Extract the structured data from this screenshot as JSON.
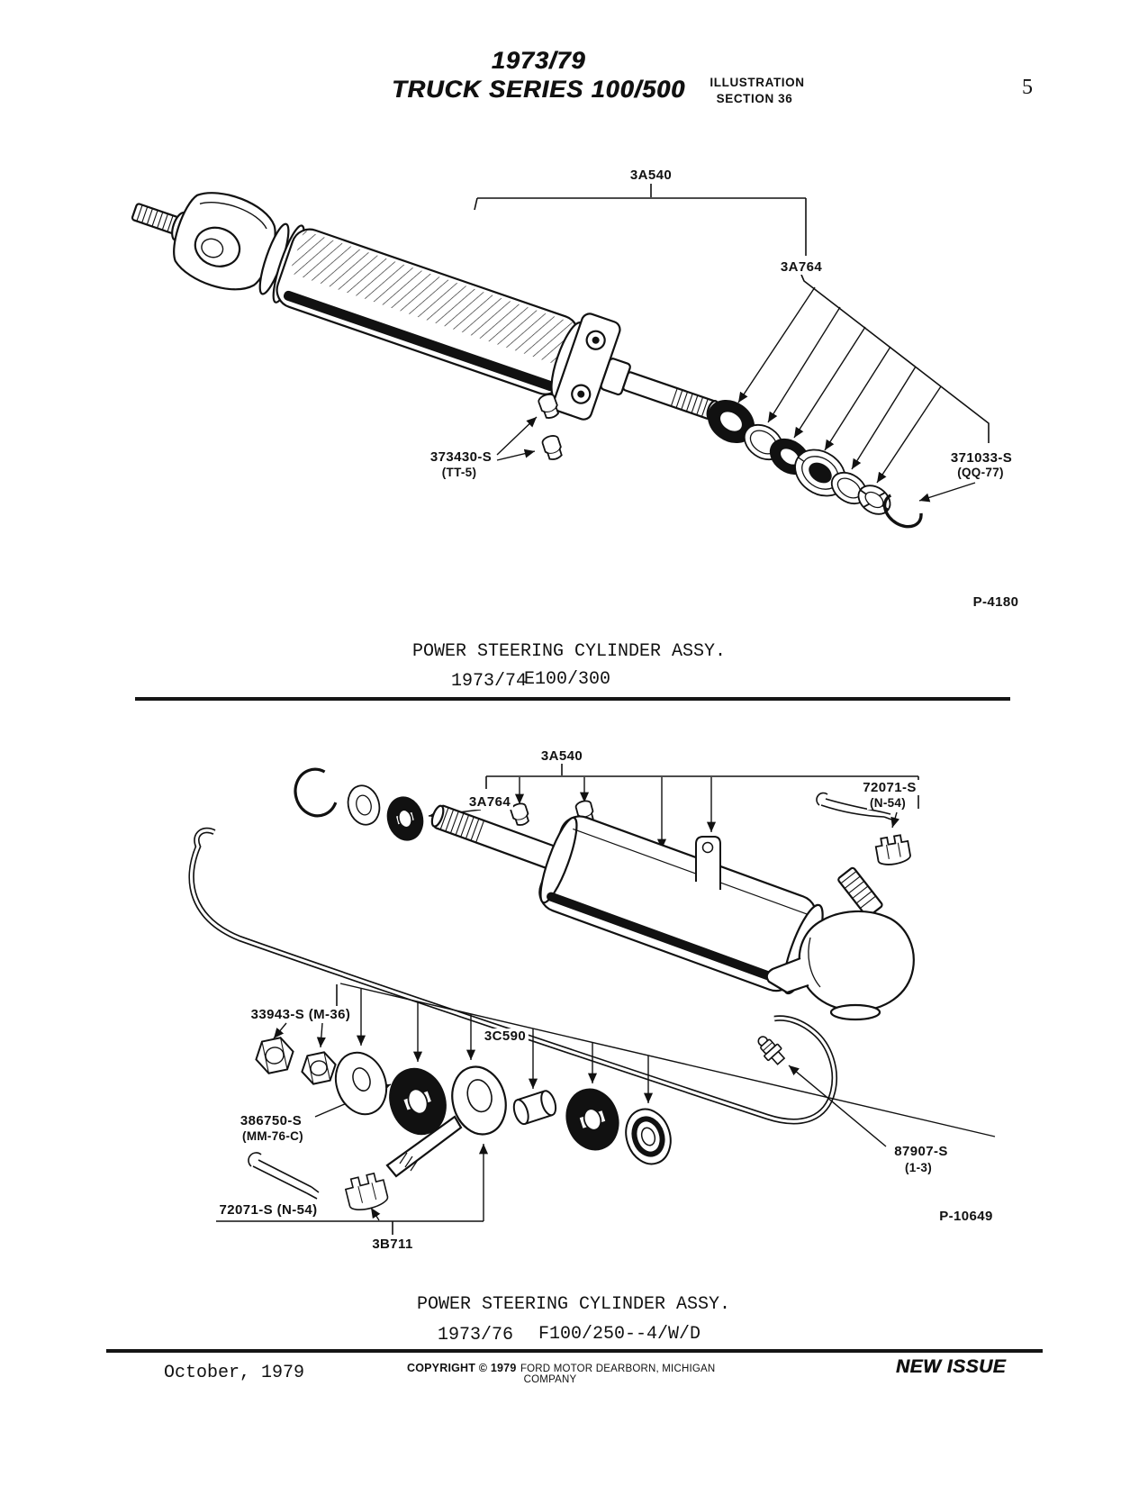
{
  "header": {
    "title_line1": "1973/79",
    "title_line2": "TRUCK SERIES 100/500",
    "illustration_line1": "ILLUSTRATION",
    "illustration_line2": "SECTION 36",
    "page_number": "5"
  },
  "diagram_top": {
    "label_assembly": "3A540",
    "label_seal_kit": "3A764",
    "label_plug": "373430-S",
    "label_plug_ref": "(TT-5)",
    "label_snap_ring": "371033-S",
    "label_snap_ring_ref": "(QQ-77)",
    "figure_number": "P-4180",
    "caption_title": "POWER STEERING CYLINDER ASSY.",
    "caption_years": "1973/74",
    "caption_model": "E100/300"
  },
  "diagram_bottom": {
    "label_assembly": "3A540",
    "label_seal_kit": "3A764",
    "label_cotter_pin_top": "72071-S",
    "label_cotter_pin_top_ref": "(N-54)",
    "label_nuts": "33943-S (M-36)",
    "label_rod": "3C590",
    "label_bushing_kit": "386750-S",
    "label_bushing_kit_ref": "(MM-76-C)",
    "label_cotter_pin_bottom": "72071-S (N-54)",
    "label_rod_end": "3B711",
    "label_grease_fitting": "87907-S",
    "label_grease_fitting_ref": "(1-3)",
    "figure_number": "P-10649",
    "caption_title": "POWER STEERING CYLINDER ASSY.",
    "caption_years": "1973/76",
    "caption_model": "F100/250--4/W/D"
  },
  "footer": {
    "date": "October, 1979",
    "copyright_bold": "COPYRIGHT © 1979",
    "copyright_text": "FORD MOTOR  DEARBORN, MICHIGAN",
    "copyright_line2": "COMPANY",
    "new_issue": "NEW ISSUE"
  }
}
